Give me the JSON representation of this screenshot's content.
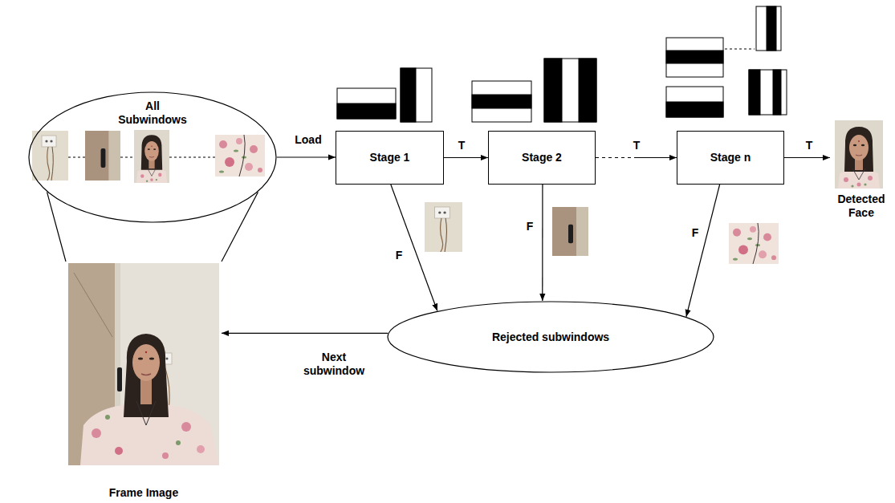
{
  "diagram": {
    "nodes": [
      {
        "text": [
          "All Subwindows"
        ]
      },
      {
        "text": [
          "Stage 1"
        ]
      },
      {
        "text": [
          "Stage 2"
        ]
      },
      {
        "text": [
          "Stage n"
        ]
      },
      {
        "text": [
          "Detected Face"
        ]
      },
      {
        "text": [
          "Rejected subwindows"
        ]
      },
      {
        "text": [
          "Frame Image"
        ]
      }
    ],
    "edges": [
      {
        "from": 0,
        "to": 1,
        "label": "Load",
        "arrow": "to"
      },
      {
        "from": 1,
        "to": 2,
        "label": "T",
        "arrow": "to"
      },
      {
        "from": 2,
        "to": 3,
        "label": "T",
        "arrow": "to"
      },
      {
        "from": 3,
        "to": 4,
        "label": "T",
        "arrow": "to"
      },
      {
        "from": 1,
        "to": 5,
        "label": "F",
        "arrow": "to"
      },
      {
        "from": 2,
        "to": 5,
        "label": "F",
        "arrow": "to"
      },
      {
        "from": 3,
        "to": 5,
        "label": "F",
        "arrow": "to"
      },
      {
        "from": 5,
        "to": 6,
        "label": "Next subwindow",
        "arrow": "to"
      },
      {
        "from": 0,
        "to": 6,
        "arrow": "none"
      },
      {
        "from": 0,
        "to": 6,
        "arrow": "none"
      }
    ]
  }
}
